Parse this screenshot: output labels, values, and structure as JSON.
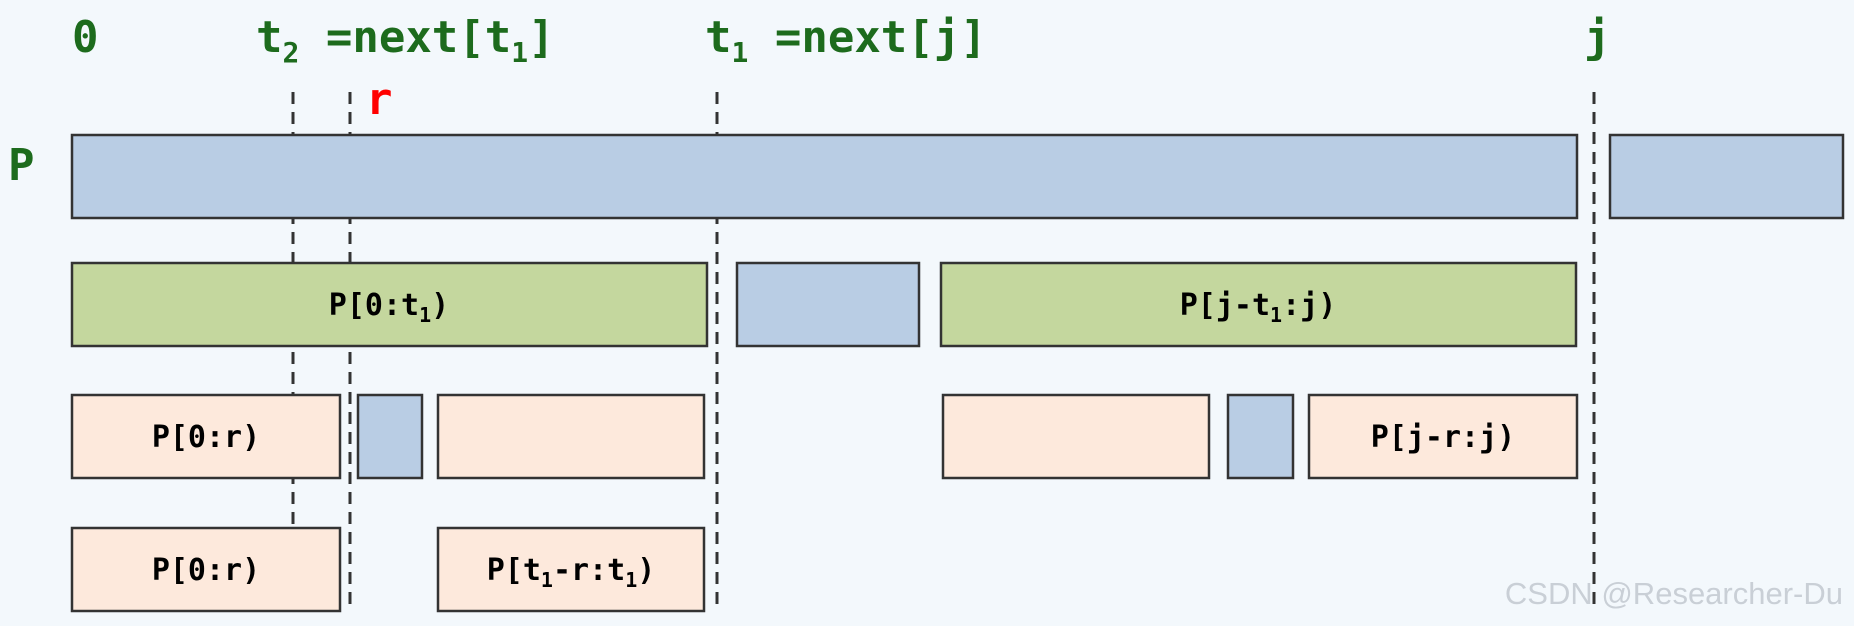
{
  "labels": {
    "zero": "0",
    "t2_main": "t",
    "t2_sub": "2",
    "t2_rest": " =next[t",
    "t2_sub2": "1",
    "t2_close": "]",
    "t1_main": "t",
    "t1_sub": "1",
    "t1_rest": " =next[j]",
    "j": "j",
    "r": "r",
    "p": "P"
  },
  "boxes": {
    "p0t1_a": "P[0:t",
    "p0t1_sub": "1",
    "p0t1_b": ")",
    "pjt1_a": "P[j-t",
    "pjt1_sub": "1",
    "pjt1_b": ":j)",
    "p0r_row3": "P[0:r)",
    "pjrj": "P[j-r:j)",
    "p0r_row4": "P[0:r)",
    "pt1r_a": "P[t",
    "pt1r_sub1": "1",
    "pt1r_b": "-r:t",
    "pt1r_sub2": "1",
    "pt1r_c": ")"
  },
  "watermark": "CSDN @Researcher-Du",
  "colors": {
    "background": "#f3f8fc",
    "label_green": "#1d6b1d",
    "label_red": "#ff0000",
    "box_blue": "#b9cde4",
    "box_green": "#c4d79e",
    "box_peach": "#fde9dc"
  }
}
